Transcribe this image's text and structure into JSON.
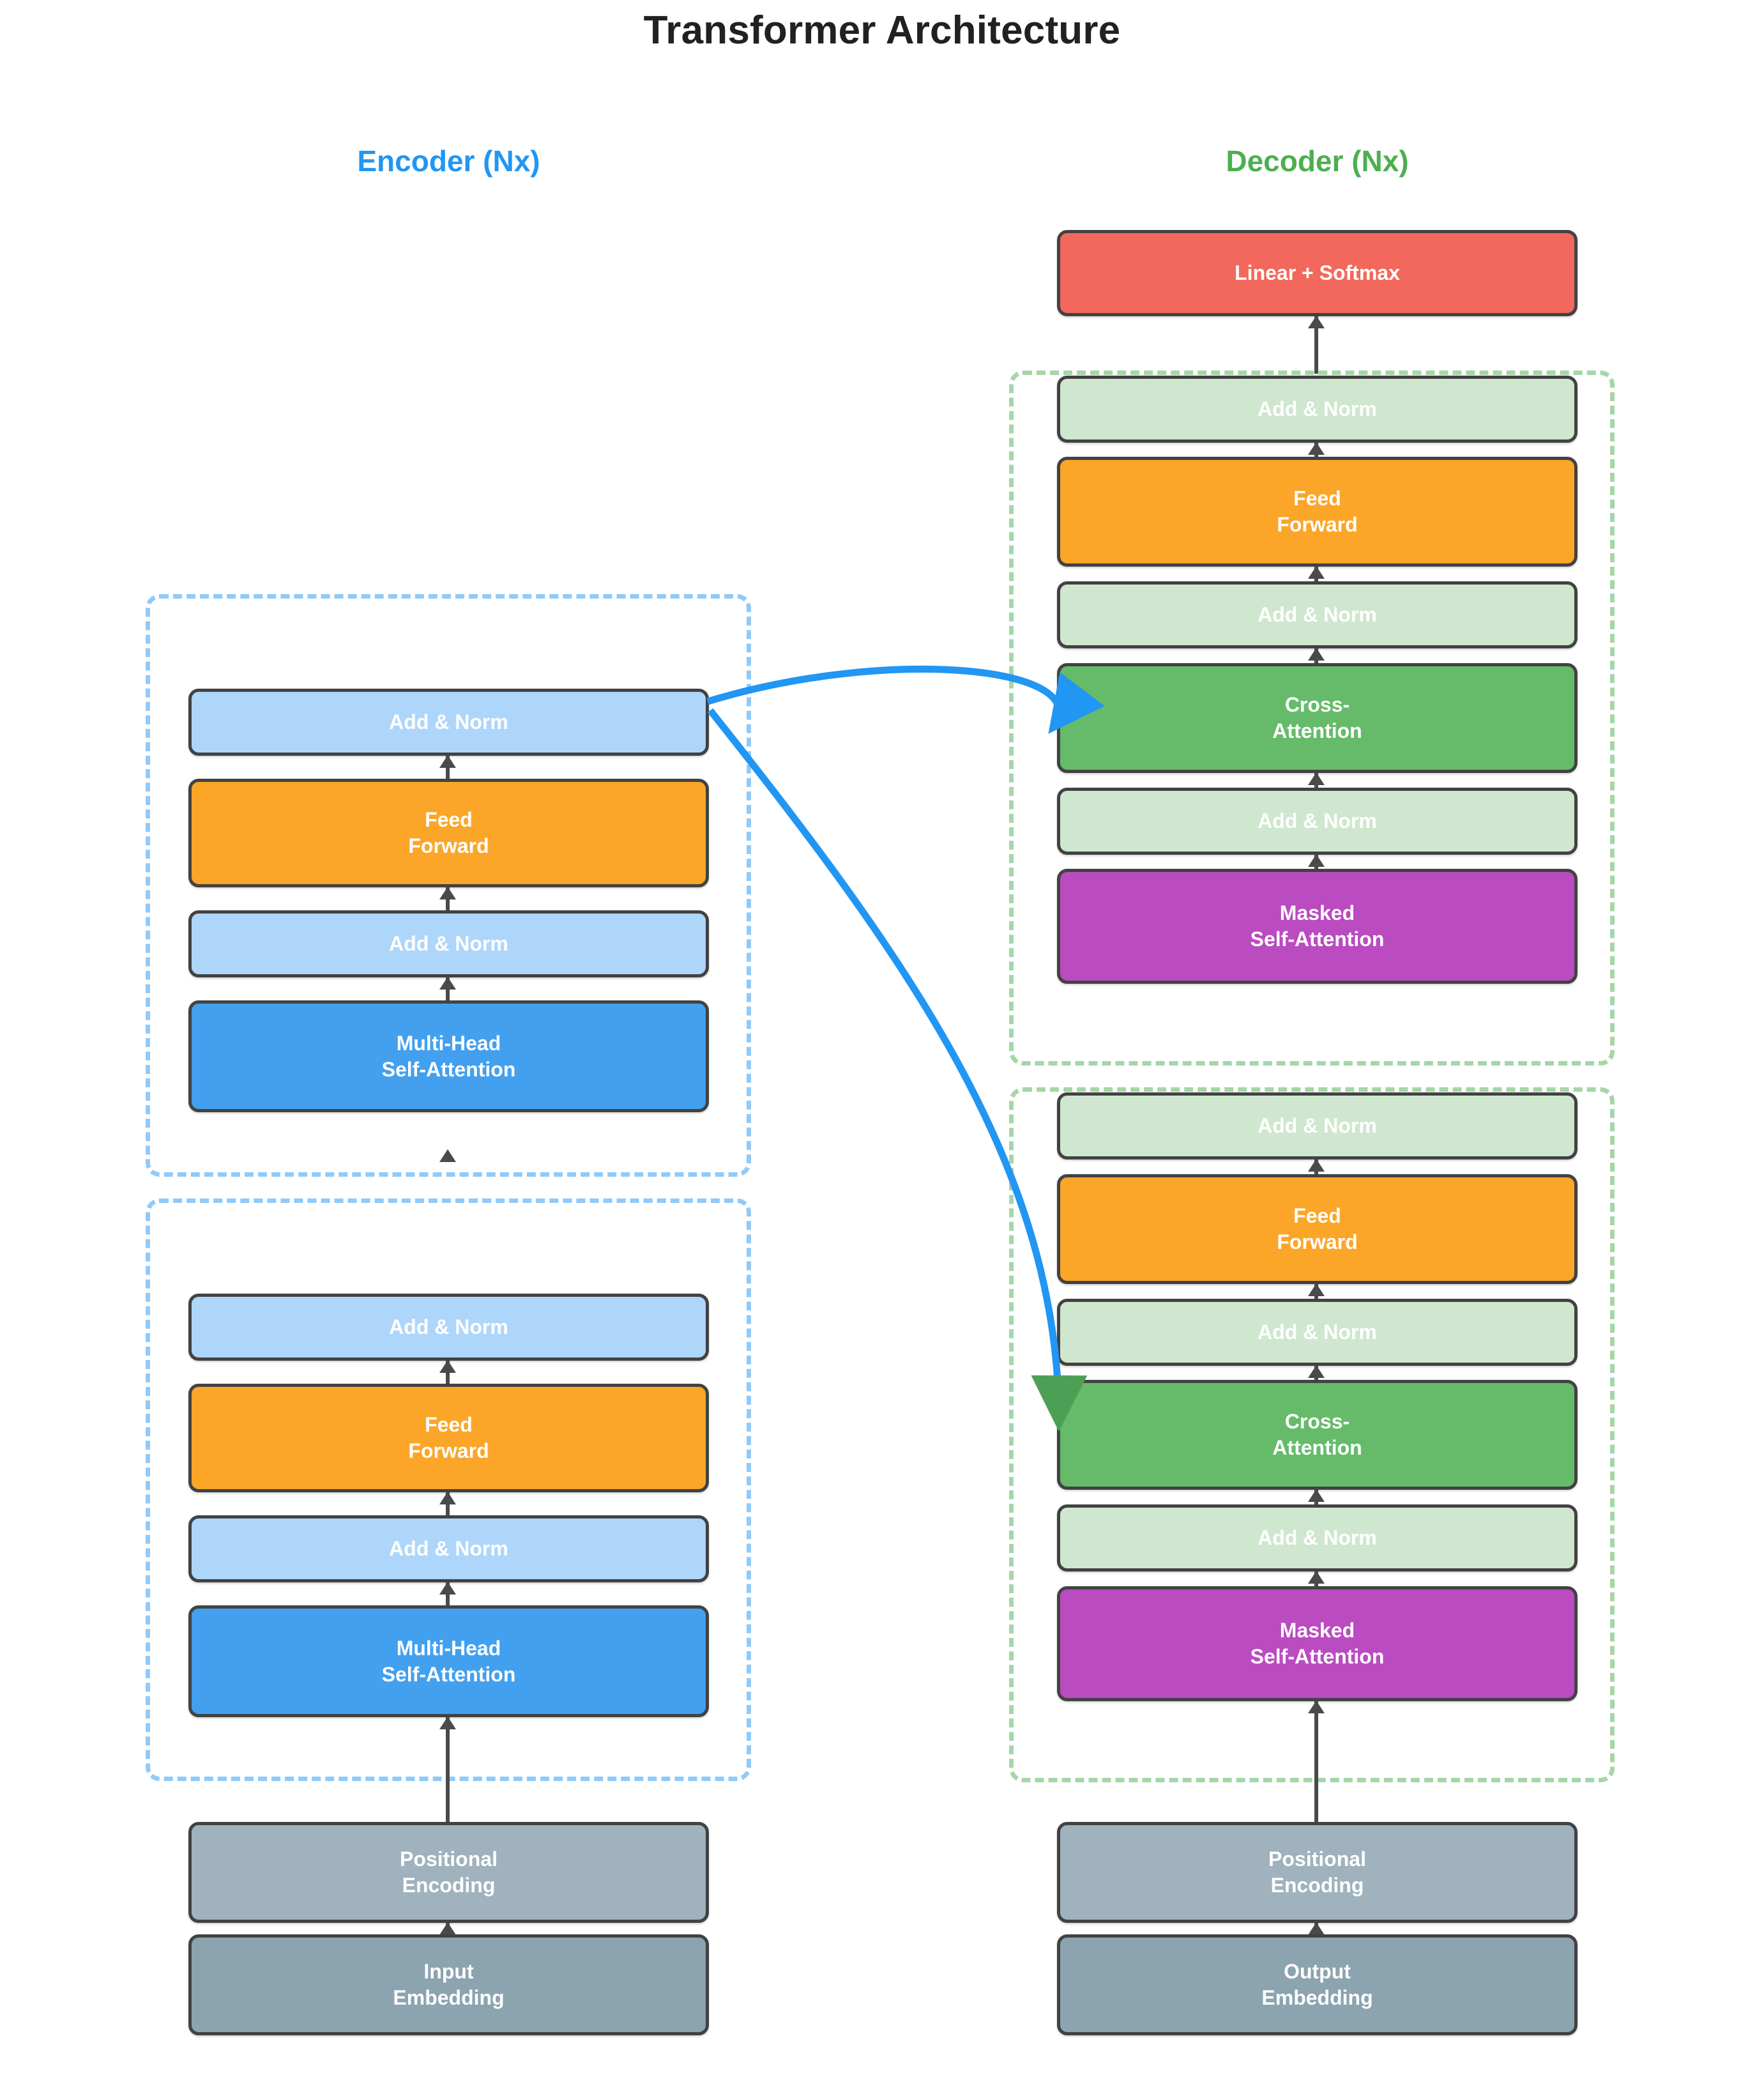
{
  "title": "Transformer Architecture",
  "colors": {
    "encoder_accent": "#2196F3",
    "decoder_accent": "#4CAF50",
    "add_norm_encoder": "#AED6FA",
    "add_norm_decoder": "#CFE7CF",
    "feed_forward": "#FBA629",
    "multi_head_self_attention": "#42A0EE",
    "cross_attention": "#66BB6A",
    "masked_self_attention": "#BA4BC0",
    "linear_softmax": "#F2685C",
    "positional_encoding": "#9FB2BD",
    "embedding": "#8CA3B0",
    "encoder_group_border": "#90CAF9",
    "decoder_group_border": "#A5D6A7",
    "node_border": "#424242",
    "arrow": "#4a4a4a",
    "cross_link": "#2196F3"
  },
  "encoder": {
    "title": "Encoder (Nx)",
    "layers": [
      {
        "name": "encoder-layer-2",
        "blocks": [
          {
            "label": "Add & Norm",
            "type": "add-norm"
          },
          {
            "label": "Feed\nForward",
            "type": "feed-forward"
          },
          {
            "label": "Add & Norm",
            "type": "add-norm"
          },
          {
            "label": "Multi-Head\nSelf-Attention",
            "type": "multi-head-self-attention"
          }
        ]
      },
      {
        "name": "encoder-layer-1",
        "blocks": [
          {
            "label": "Add & Norm",
            "type": "add-norm"
          },
          {
            "label": "Feed\nForward",
            "type": "feed-forward"
          },
          {
            "label": "Add & Norm",
            "type": "add-norm"
          },
          {
            "label": "Multi-Head\nSelf-Attention",
            "type": "multi-head-self-attention"
          }
        ]
      }
    ],
    "input_stack": [
      {
        "label": "Positional\nEncoding",
        "type": "positional-encoding"
      },
      {
        "label": "Input\nEmbedding",
        "type": "embedding"
      }
    ]
  },
  "decoder": {
    "title": "Decoder (Nx)",
    "head": {
      "label": "Linear + Softmax",
      "type": "linear-softmax"
    },
    "layers": [
      {
        "name": "decoder-layer-2",
        "blocks": [
          {
            "label": "Add & Norm",
            "type": "add-norm"
          },
          {
            "label": "Feed\nForward",
            "type": "feed-forward"
          },
          {
            "label": "Add & Norm",
            "type": "add-norm"
          },
          {
            "label": "Cross-\nAttention",
            "type": "cross-attention"
          },
          {
            "label": "Add & Norm",
            "type": "add-norm"
          },
          {
            "label": "Masked\nSelf-Attention",
            "type": "masked-self-attention"
          }
        ]
      },
      {
        "name": "decoder-layer-1",
        "blocks": [
          {
            "label": "Add & Norm",
            "type": "add-norm"
          },
          {
            "label": "Feed\nForward",
            "type": "feed-forward"
          },
          {
            "label": "Add & Norm",
            "type": "add-norm"
          },
          {
            "label": "Cross-\nAttention",
            "type": "cross-attention"
          },
          {
            "label": "Add & Norm",
            "type": "add-norm"
          },
          {
            "label": "Masked\nSelf-Attention",
            "type": "masked-self-attention"
          }
        ]
      }
    ],
    "input_stack": [
      {
        "label": "Positional\nEncoding",
        "type": "positional-encoding"
      },
      {
        "label": "Output\nEmbedding",
        "type": "embedding"
      }
    ]
  }
}
